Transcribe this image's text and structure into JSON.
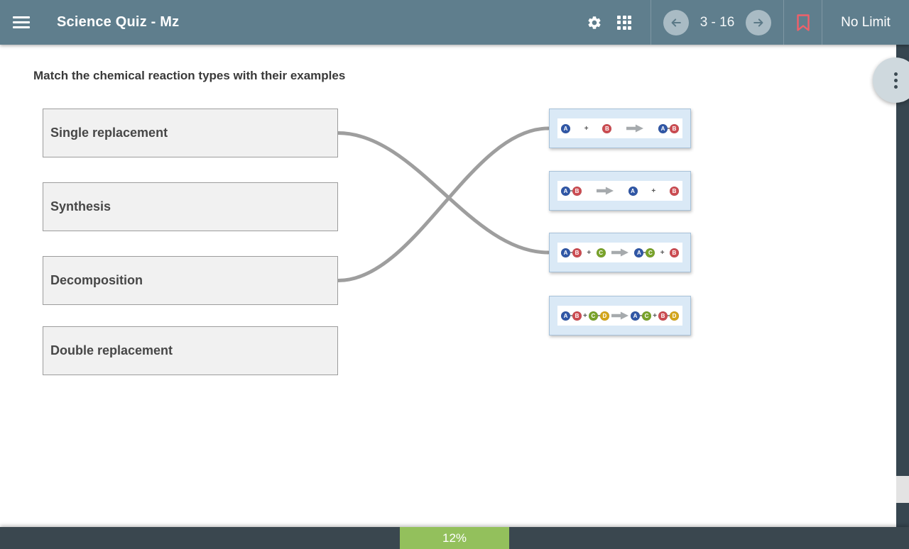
{
  "header": {
    "title": "Science Quiz - Mz",
    "question_counter": "3 - 16",
    "limit_label": "No Limit"
  },
  "icons": {
    "menu": "hamburger-icon",
    "settings": "gear-icon",
    "apps_grid": "grid-icon",
    "previous": "arrow-left-icon",
    "next": "arrow-right-icon",
    "bookmark": "bookmark-icon",
    "more_options": "vertical-dots-icon"
  },
  "question": {
    "prompt": "Match the chemical reaction types with their examples",
    "plus_sign": "+",
    "left_items": [
      {
        "label": "Single replacement"
      },
      {
        "label": "Synthesis"
      },
      {
        "label": "Decomposition"
      },
      {
        "label": "Double replacement"
      }
    ],
    "right_items": [
      {
        "name": "synthesis-example",
        "formula": "A + B → AB",
        "tokens": [
          {
            "type": "atom",
            "label": "A",
            "color": "blue"
          },
          {
            "type": "plus"
          },
          {
            "type": "atom",
            "label": "B",
            "color": "red"
          },
          {
            "type": "arrow"
          },
          {
            "type": "molecule",
            "atoms": [
              {
                "label": "A",
                "color": "blue"
              },
              {
                "label": "B",
                "color": "red"
              }
            ]
          }
        ]
      },
      {
        "name": "decomposition-example",
        "formula": "AB → A + B",
        "tokens": [
          {
            "type": "molecule",
            "atoms": [
              {
                "label": "A",
                "color": "blue"
              },
              {
                "label": "B",
                "color": "red"
              }
            ]
          },
          {
            "type": "arrow"
          },
          {
            "type": "atom",
            "label": "A",
            "color": "blue"
          },
          {
            "type": "plus"
          },
          {
            "type": "atom",
            "label": "B",
            "color": "red"
          }
        ]
      },
      {
        "name": "single-replacement-example",
        "formula": "AB + C → AC + B",
        "tokens": [
          {
            "type": "molecule",
            "atoms": [
              {
                "label": "A",
                "color": "blue"
              },
              {
                "label": "B",
                "color": "red"
              }
            ]
          },
          {
            "type": "plus"
          },
          {
            "type": "atom",
            "label": "C",
            "color": "green"
          },
          {
            "type": "arrow"
          },
          {
            "type": "molecule",
            "atoms": [
              {
                "label": "A",
                "color": "blue"
              },
              {
                "label": "C",
                "color": "green"
              }
            ]
          },
          {
            "type": "plus"
          },
          {
            "type": "atom",
            "label": "B",
            "color": "red"
          }
        ]
      },
      {
        "name": "double-replacement-example",
        "formula": "AB + CD → AC + BD",
        "tokens": [
          {
            "type": "molecule",
            "atoms": [
              {
                "label": "A",
                "color": "blue"
              },
              {
                "label": "B",
                "color": "red"
              }
            ]
          },
          {
            "type": "plus"
          },
          {
            "type": "molecule",
            "atoms": [
              {
                "label": "C",
                "color": "green"
              },
              {
                "label": "D",
                "color": "yellow"
              }
            ]
          },
          {
            "type": "arrow"
          },
          {
            "type": "molecule",
            "atoms": [
              {
                "label": "A",
                "color": "blue"
              },
              {
                "label": "C",
                "color": "green"
              }
            ]
          },
          {
            "type": "plus"
          },
          {
            "type": "molecule",
            "atoms": [
              {
                "label": "B",
                "color": "red"
              },
              {
                "label": "D",
                "color": "yellow"
              }
            ]
          }
        ]
      }
    ],
    "connections": [
      {
        "from_index": 0,
        "to_index": 2
      },
      {
        "from_index": 2,
        "to_index": 0
      }
    ]
  },
  "atom_colors": {
    "blue": "#3057a6",
    "red": "#cc4c52",
    "green": "#79a32b",
    "yellow": "#d4a61c"
  },
  "progress": {
    "label": "12%"
  },
  "colors": {
    "header_bg": "#5f7e8d",
    "bookmark_red": "#f0606a",
    "progress_green": "#93c05c",
    "footer_bg": "#3a474f",
    "connector_gray": "#9e9e9e",
    "source_box_bg": "#f1f1f1",
    "target_box_bg": "#dae9f6"
  }
}
